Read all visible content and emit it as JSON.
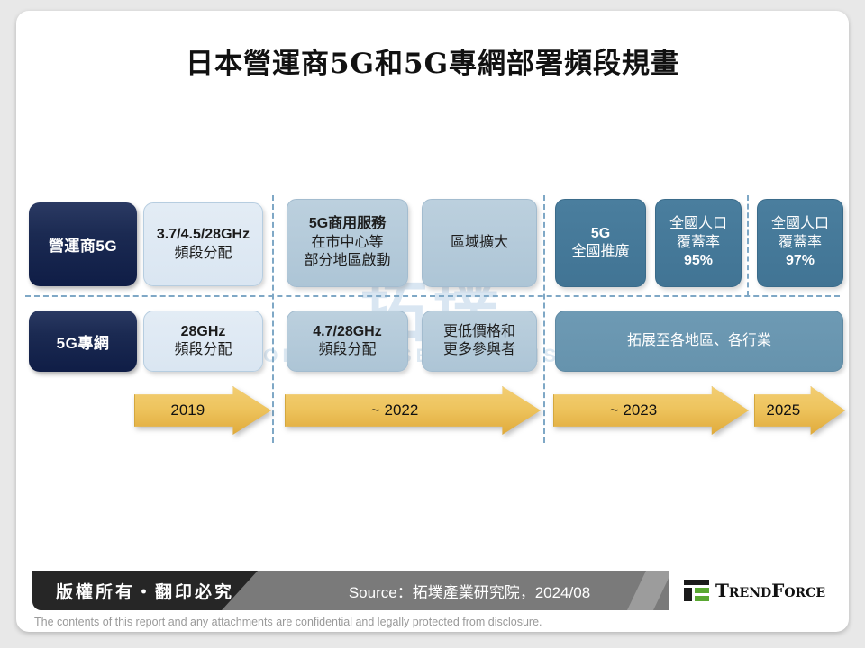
{
  "title": "日本營運商5G和5G專網部署頻段規畫",
  "watermark": {
    "logo": "拓墣",
    "sub": "TOPOLOGY RESEARCH INSTITUTE"
  },
  "colors": {
    "row_label_navy": "#13224a",
    "card_pale": "#dae6f2",
    "card_mid": "#b3c9d9",
    "card_deep": "#437698",
    "card_deep_soft": "#6a96b0",
    "arrow_gold": "#eec45e",
    "dash_blue": "#7fa8c6",
    "footer_gray": "#7a7a7a",
    "footer_black": "#262626",
    "logo_green": "#5aa832"
  },
  "rows": [
    {
      "label": "營運商5G",
      "cards": [
        {
          "style": "pale",
          "lines": [
            "3.7/4.5/28GHz",
            "頻段分配"
          ],
          "bold": [
            true,
            false
          ]
        },
        {
          "style": "mid",
          "lines": [
            "5G商用服務",
            "在市中心等",
            "部分地區啟動"
          ],
          "bold": [
            false,
            false,
            false
          ]
        },
        {
          "style": "mid",
          "lines": [
            "區域擴大"
          ],
          "bold": [
            false
          ]
        },
        {
          "style": "deep",
          "lines": [
            "5G",
            "全國推廣"
          ],
          "bold": [
            true,
            false
          ]
        },
        {
          "style": "deep",
          "lines": [
            "全國人口",
            "覆蓋率",
            "95%"
          ],
          "bold": [
            false,
            false,
            true
          ]
        },
        {
          "style": "deep",
          "lines": [
            "全國人口",
            "覆蓋率",
            "97%"
          ],
          "bold": [
            false,
            false,
            true
          ]
        }
      ]
    },
    {
      "label": "5G專網",
      "cards": [
        {
          "style": "pale",
          "lines": [
            "28GHz",
            "頻段分配"
          ],
          "bold": [
            true,
            false
          ]
        },
        {
          "style": "mid",
          "lines": [
            "4.7/28GHz",
            "頻段分配"
          ],
          "bold": [
            true,
            false
          ]
        },
        {
          "style": "mid",
          "lines": [
            "更低價格和",
            "更多參與者"
          ],
          "bold": [
            false,
            false
          ]
        },
        {
          "style": "deep-soft",
          "lines": [
            "拓展至各地區、各行業"
          ],
          "bold": [
            false
          ]
        }
      ]
    }
  ],
  "timeline": [
    {
      "label": "2019"
    },
    {
      "label": "~ 2022"
    },
    {
      "label": "~ 2023"
    },
    {
      "label": "2025"
    }
  ],
  "footer": {
    "copyright": "版權所有・翻印必究",
    "source": "Source：拓墣產業研究院，2024/08",
    "brand": "TrendForce",
    "disclaimer": "The contents of this report and any attachments are confidential and legally protected from disclosure."
  }
}
